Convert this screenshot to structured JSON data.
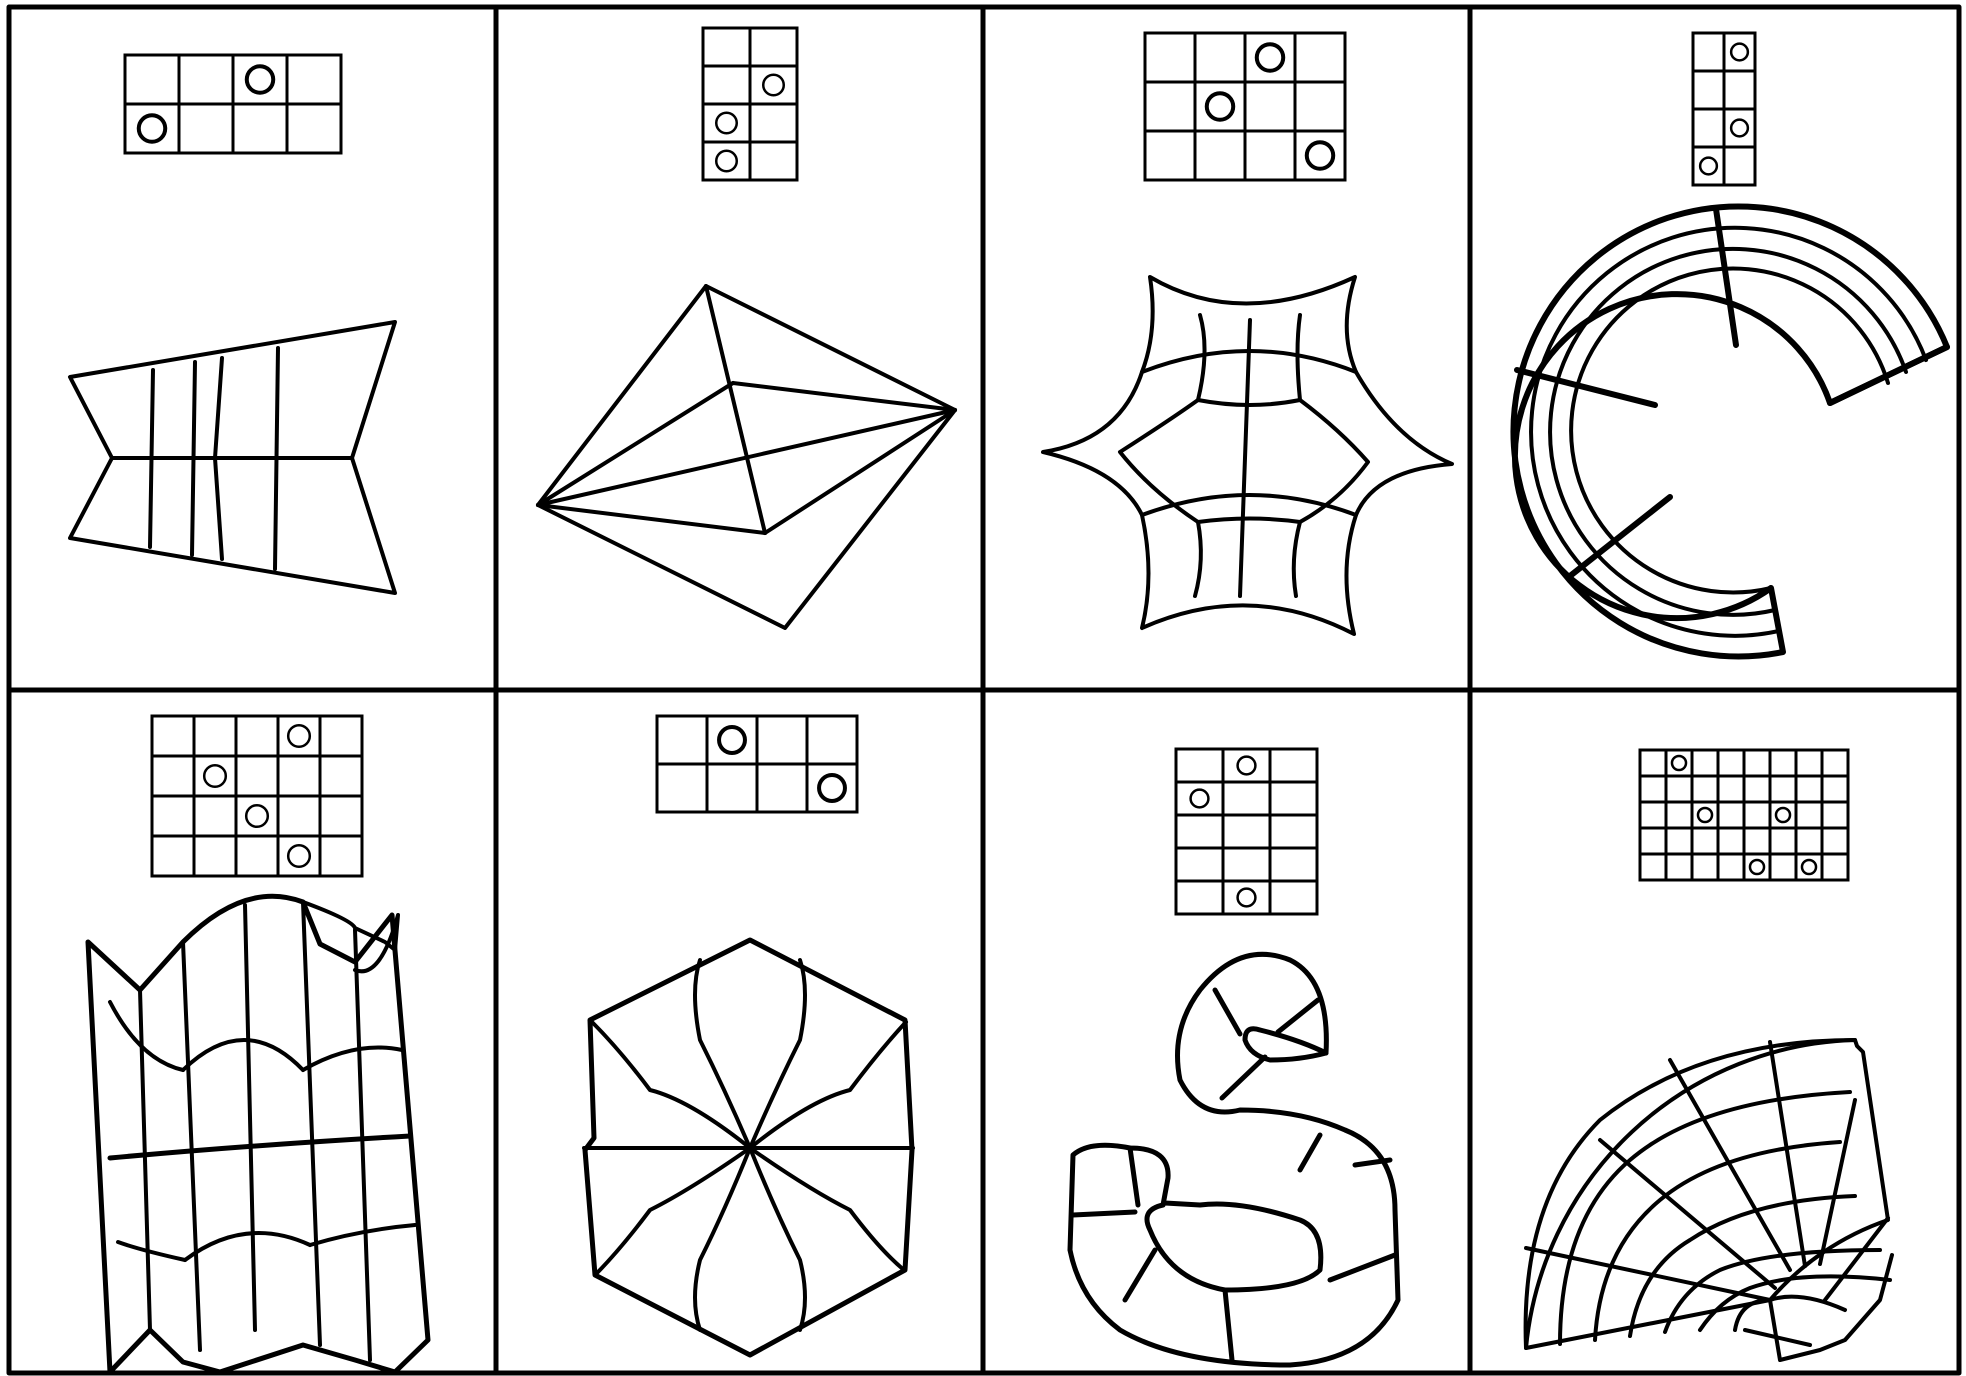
{
  "worksheet": {
    "line_color": "#000000",
    "background": "#ffffff",
    "card_count": 8
  },
  "cards": [
    {
      "id": 1,
      "grid": {
        "rows": 2,
        "cols": 4,
        "circles": [
          [
            0,
            2
          ],
          [
            1,
            0
          ]
        ]
      },
      "shape": "bowtie-trapezoid"
    },
    {
      "id": 2,
      "grid": {
        "rows": 4,
        "cols": 2,
        "circles": [
          [
            1,
            1
          ],
          [
            2,
            0
          ],
          [
            3,
            0
          ]
        ]
      },
      "shape": "kite"
    },
    {
      "id": 3,
      "grid": {
        "rows": 3,
        "cols": 4,
        "circles": [
          [
            0,
            2
          ],
          [
            1,
            1
          ],
          [
            2,
            3
          ]
        ]
      },
      "shape": "curved-star"
    },
    {
      "id": 4,
      "grid": {
        "rows": 4,
        "cols": 2,
        "circles": [
          [
            0,
            1
          ],
          [
            2,
            1
          ],
          [
            3,
            0
          ]
        ]
      },
      "shape": "ring-arc"
    },
    {
      "id": 5,
      "grid": {
        "rows": 4,
        "cols": 5,
        "circles": [
          [
            0,
            3
          ],
          [
            1,
            1
          ],
          [
            2,
            2
          ],
          [
            3,
            3
          ]
        ]
      },
      "shape": "zigzag-panel"
    },
    {
      "id": 6,
      "grid": {
        "rows": 2,
        "cols": 4,
        "circles": [
          [
            0,
            1
          ],
          [
            1,
            3
          ]
        ]
      },
      "shape": "rosette"
    },
    {
      "id": 7,
      "grid": {
        "rows": 5,
        "cols": 3,
        "circles": [
          [
            0,
            1
          ],
          [
            1,
            0
          ],
          [
            4,
            1
          ]
        ]
      },
      "shape": "s-curve"
    },
    {
      "id": 8,
      "grid": {
        "rows": 5,
        "cols": 8,
        "circles": [
          [
            0,
            1
          ],
          [
            2,
            2
          ],
          [
            2,
            5
          ],
          [
            4,
            4
          ],
          [
            4,
            6
          ]
        ]
      },
      "shape": "fan"
    }
  ]
}
